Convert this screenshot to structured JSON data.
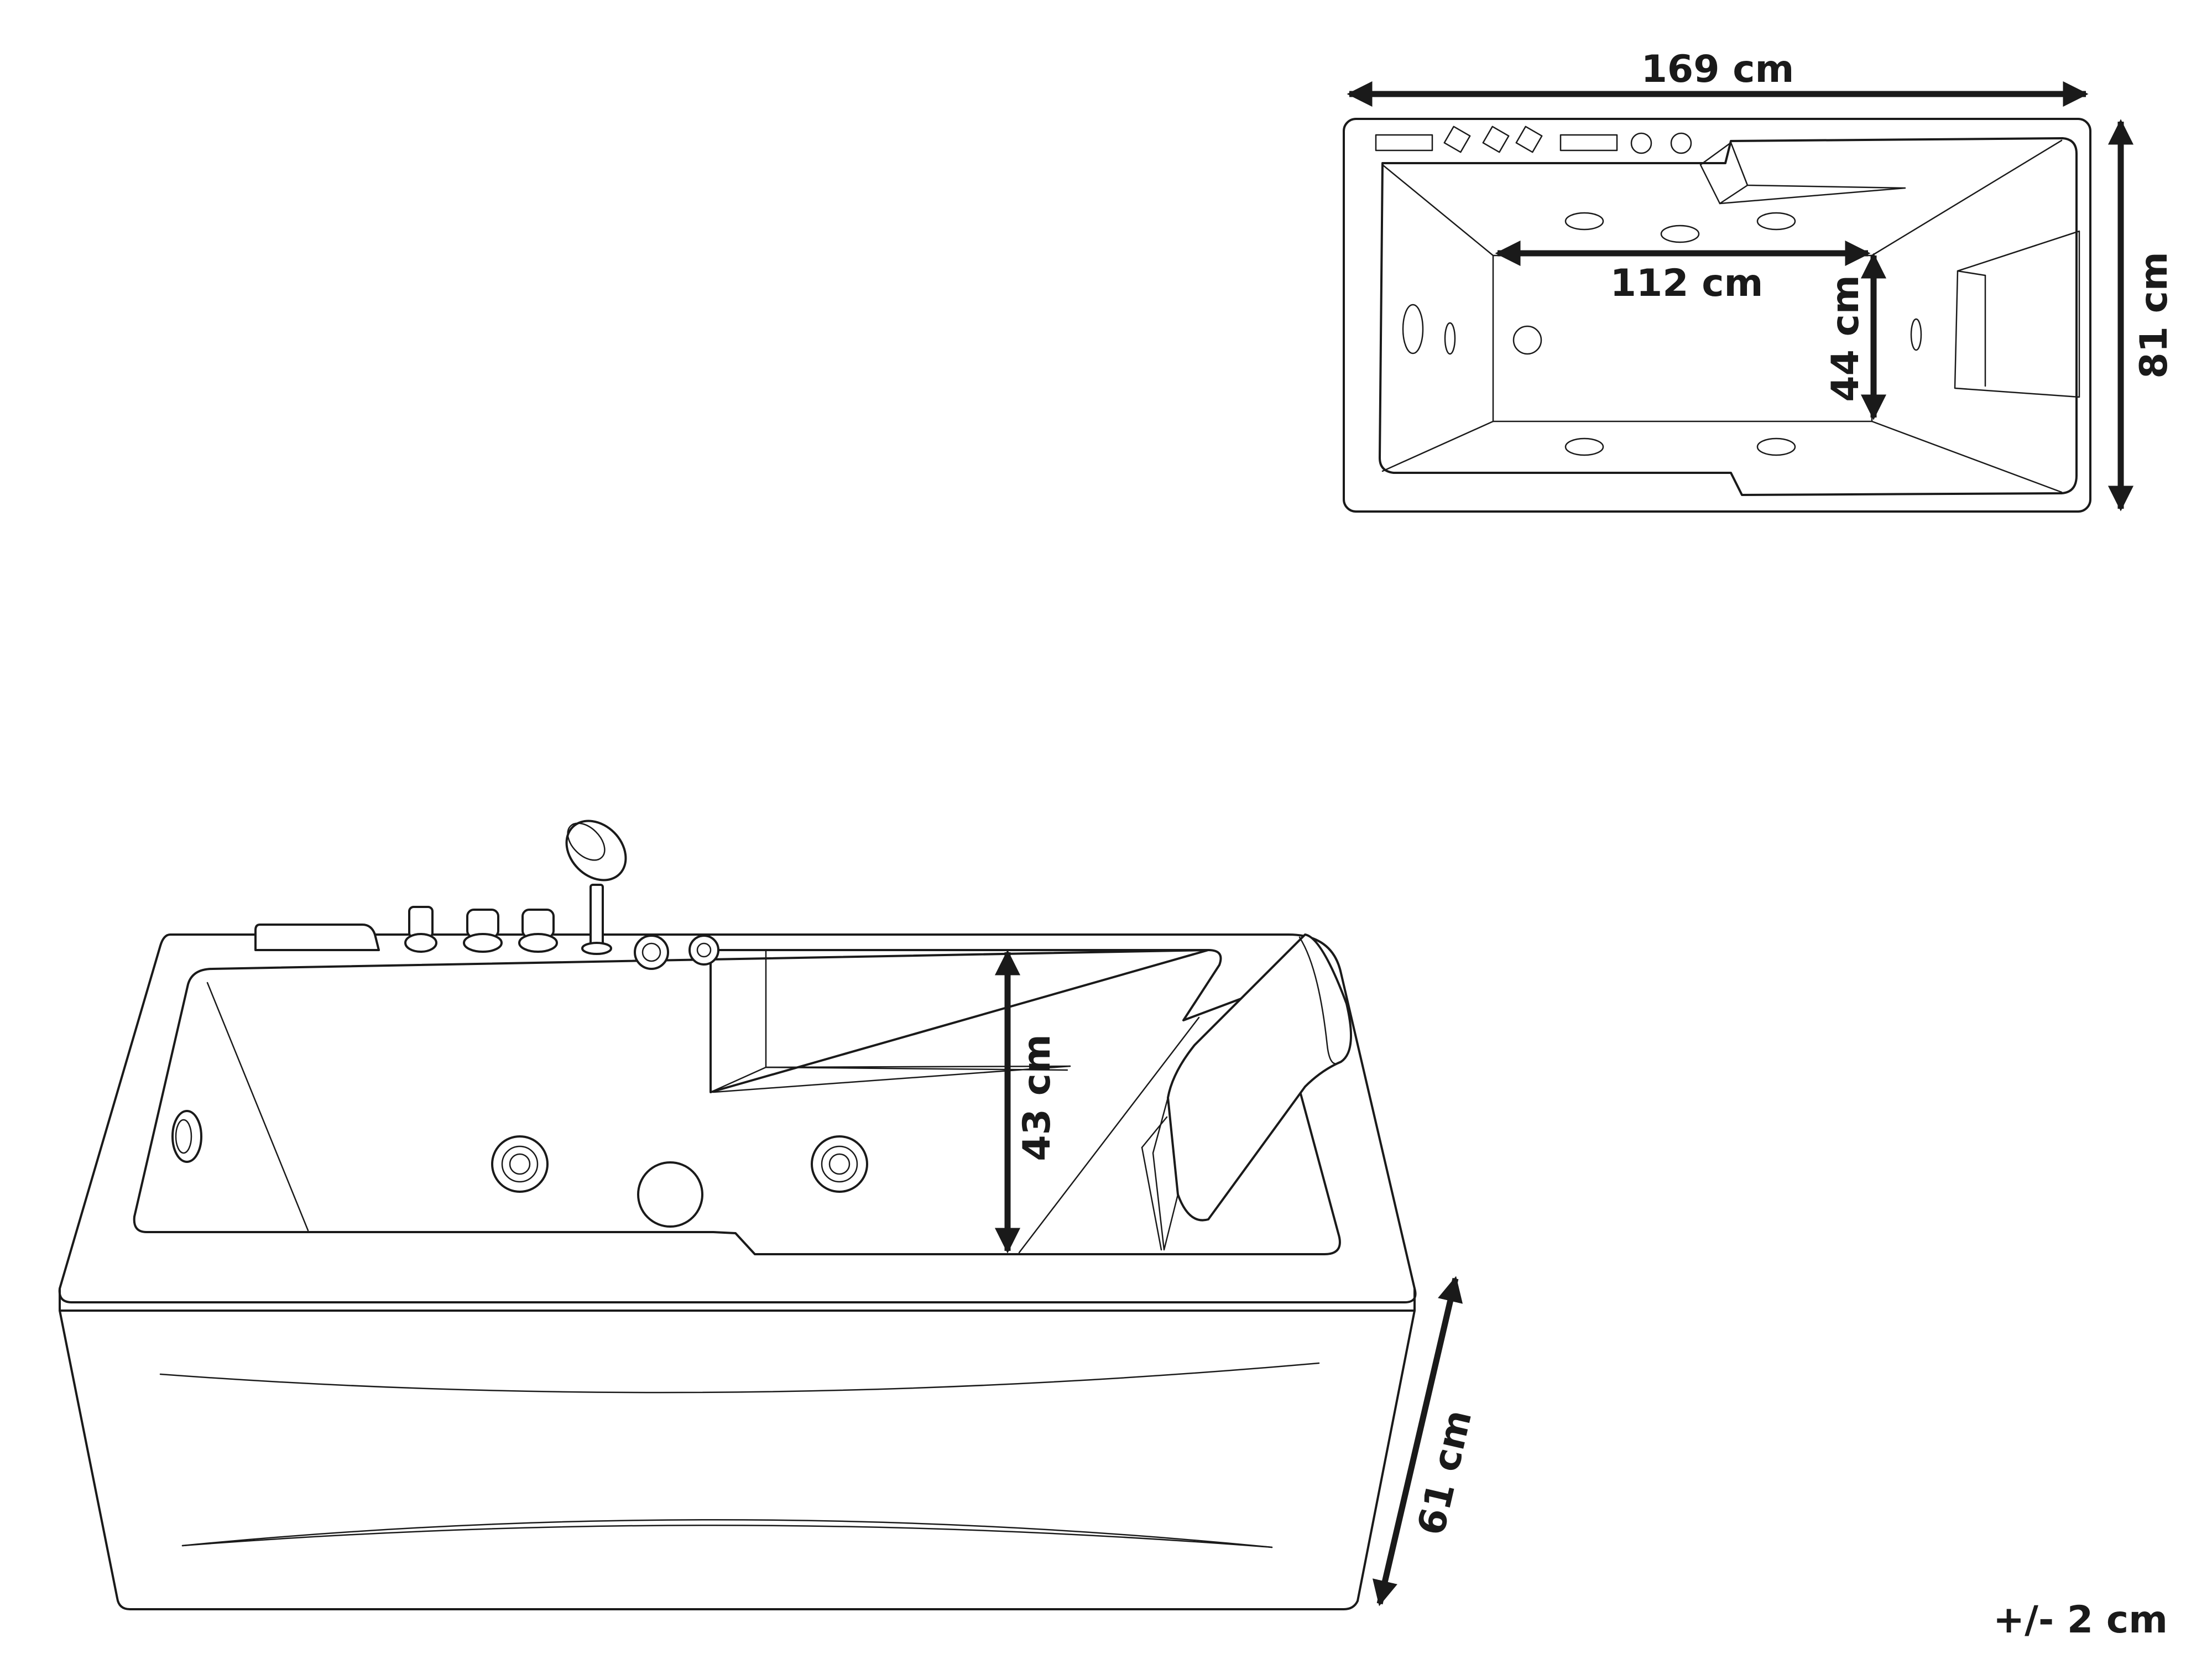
{
  "dimensions": {
    "top_length": "169 cm",
    "top_width": "81 cm",
    "inner_length": "112 cm",
    "inner_width": "44 cm",
    "depth": "43 cm",
    "height": "61 cm"
  },
  "tolerance": "+/- 2 cm",
  "colors": {
    "line": "#1a1a1a",
    "background": "#ffffff"
  }
}
